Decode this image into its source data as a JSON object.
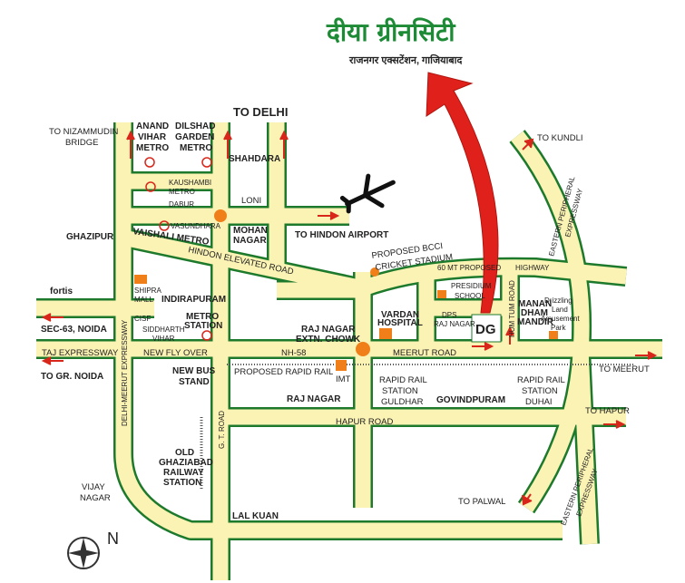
{
  "header": {
    "title": "दीया ग्रीनसिटी",
    "subtitle": "राजनगर एक्सटेंशन, गाजियाबाद"
  },
  "colors": {
    "road": "#fbf3b4",
    "road_border": "#1d7a2c",
    "arrow": "#d8261b",
    "marker": "#f07f1a",
    "title": "#1d8a35"
  },
  "labels": {
    "to_delhi": "TO DELHI",
    "to_nizammudin": "TO NIZAMMUDIN",
    "bridge": "BRIDGE",
    "anand1": "ANAND",
    "anand2": "VIHAR",
    "anand3": "METRO",
    "dilshad1": "DILSHAD",
    "dilshad2": "GARDEN",
    "dilshad3": "METRO",
    "shahdara": "SHAHDARA",
    "kaushambi1": "KAUSHAMBI",
    "kaushambi2": "METRO",
    "dabur": "DABUR",
    "loni": "LONI",
    "vasundhara": "VASUNDHARA",
    "vaishali": "VAISHALI METRO",
    "mohan1": "MOHAN",
    "mohan2": "NAGAR",
    "to_hindon": "TO HINDON AIRPORT",
    "ghazipur": "GHAZIPUR",
    "hindon_elevated": "HINDON ELEVATED ROAD",
    "bcci1": "PROPOSED BCCI",
    "bcci2": "CRICKET STADIUM",
    "highway1": "60 MT PROPOSED",
    "highway2": "HIGHWAY",
    "eastern1": "EASTERN PERIPHERAL",
    "eastern2": "EXPRESSWAY",
    "to_kundli": "TO KUNDLI",
    "fortis": "fortis",
    "shipra1": "SHIPRA",
    "shipra2": "MALL",
    "indirapuram": "INDIRAPURAM",
    "cisf": "CISF",
    "siddharth1": "SIDDHARTH",
    "siddharth2": "VIHAR",
    "metro_station1": "METRO",
    "metro_station2": "STATION",
    "sec63": "SEC-63, NOIDA",
    "taj": "TAJ EXPRESSWAY",
    "flyover": "NEW FLY OVER",
    "nh58": "NH-58",
    "to_gr_noida": "TO GR. NOIDA",
    "dme": "DELHI-MEERUT EXPRESSWAY",
    "rajext1": "RAJ NAGAR",
    "rajext2": "EXTN. CHOWK",
    "vardan1": "VARDAN",
    "vardan2": "HOSPITAL",
    "dps1": "DPS",
    "dps2": "RAJ NAGAR",
    "presidium1": "PRESIDIUM",
    "presidium2": "SCHOOL",
    "humtum": "HUM TUM ROAD",
    "manan1": "MANAN",
    "manan2": "DHAM",
    "manan3": "MANDIR",
    "drizzling1": "Drizzling",
    "drizzling2": "Land",
    "drizzling3": "Amusement",
    "drizzling4": "Park",
    "meerut_road": "MEERUT ROAD",
    "to_meerut": "TO MEERUT",
    "rapid_rail": "PROPOSED RAPID RAIL",
    "imt": "IMT",
    "guldhar1": "RAPID RAIL",
    "guldhar2": "STATION",
    "guldhar3": "GULDHAR",
    "duhai1": "RAPID RAIL",
    "duhai2": "STATION",
    "duhai3": "DUHAI",
    "govindpuram": "GOVINDPURAM",
    "rajnagar": "RAJ NAGAR",
    "newbus1": "NEW BUS",
    "newbus2": "STAND",
    "gt_road": "G. T. ROAD",
    "hapur_road": "HAPUR ROAD",
    "to_hapur": "TO HAPUR",
    "old1": "OLD",
    "old2": "GHAZIABAD",
    "old3": "RAILWAY",
    "old4": "STATION",
    "vijay1": "VIJAY",
    "vijay2": "NAGAR",
    "lal_kuan": "LAL KUAN",
    "to_palwal": "TO PALWAL",
    "north": "N",
    "logo": "DG"
  }
}
